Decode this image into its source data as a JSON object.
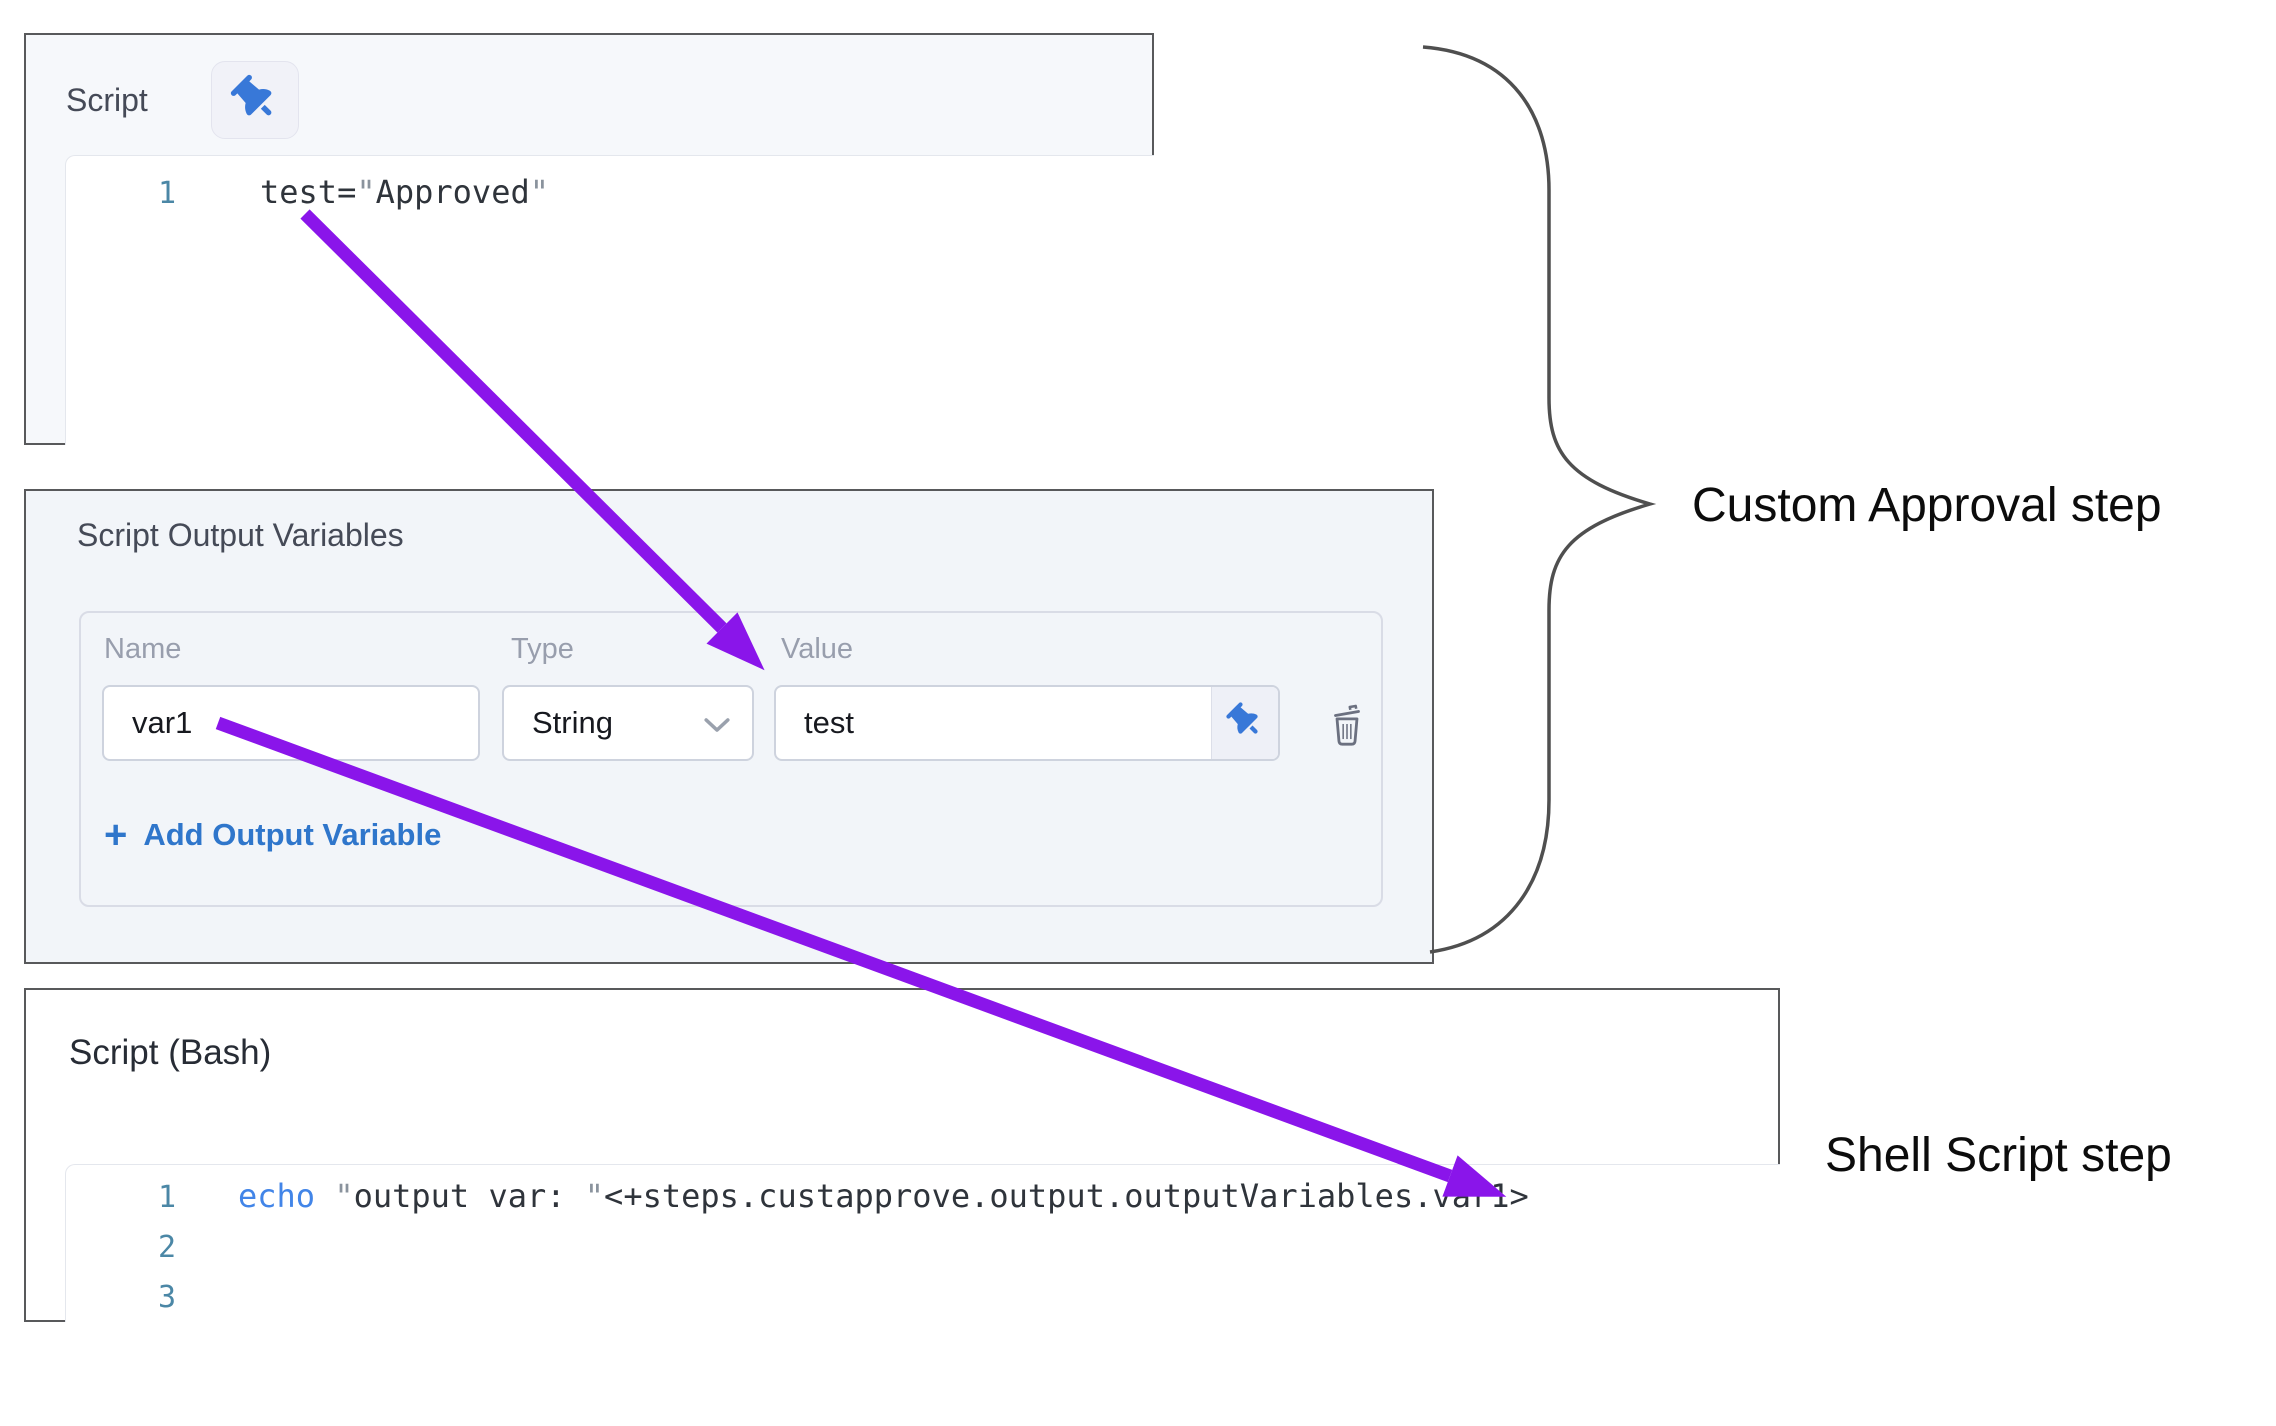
{
  "colors": {
    "arrow_purple": "#8a15ea",
    "panel_border": "#58595b",
    "brace_gray": "#4f4f4f",
    "pin_blue": "#3878d8",
    "add_link_blue": "#2f76cb",
    "gutter_teal": "#4b87a6",
    "keyword_blue": "#4285e8",
    "code_dark": "#2f343b",
    "panel2_background": "#f2f5f9"
  },
  "script_panel": {
    "title": "Script",
    "editor": {
      "lines": [
        {
          "number": "1",
          "segments": [
            {
              "t": "test="
            },
            {
              "t": "\""
            },
            {
              "t": "Approved"
            },
            {
              "t": "\""
            }
          ]
        }
      ]
    }
  },
  "output_variables_panel": {
    "title": "Script Output Variables",
    "columns": {
      "name": "Name",
      "type": "Type",
      "value": "Value"
    },
    "row": {
      "name": "var1",
      "type": "String",
      "value": "test"
    },
    "add_plus": "+",
    "add_label": "Add Output Variable"
  },
  "bash_panel": {
    "title": "Script (Bash)",
    "editor": {
      "lines": [
        {
          "number": "1",
          "segments": [
            {
              "t": "echo"
            },
            {
              "t": " "
            },
            {
              "t": "\""
            },
            {
              "t": "output var: "
            },
            {
              "t": "\""
            },
            {
              "t": "<+steps.custapprove.output.outputVariables.var1>"
            }
          ]
        },
        {
          "number": "2"
        },
        {
          "number": "3"
        }
      ]
    }
  },
  "annotations": {
    "custom_approval": "Custom Approval step",
    "shell_script": "Shell Script step"
  }
}
